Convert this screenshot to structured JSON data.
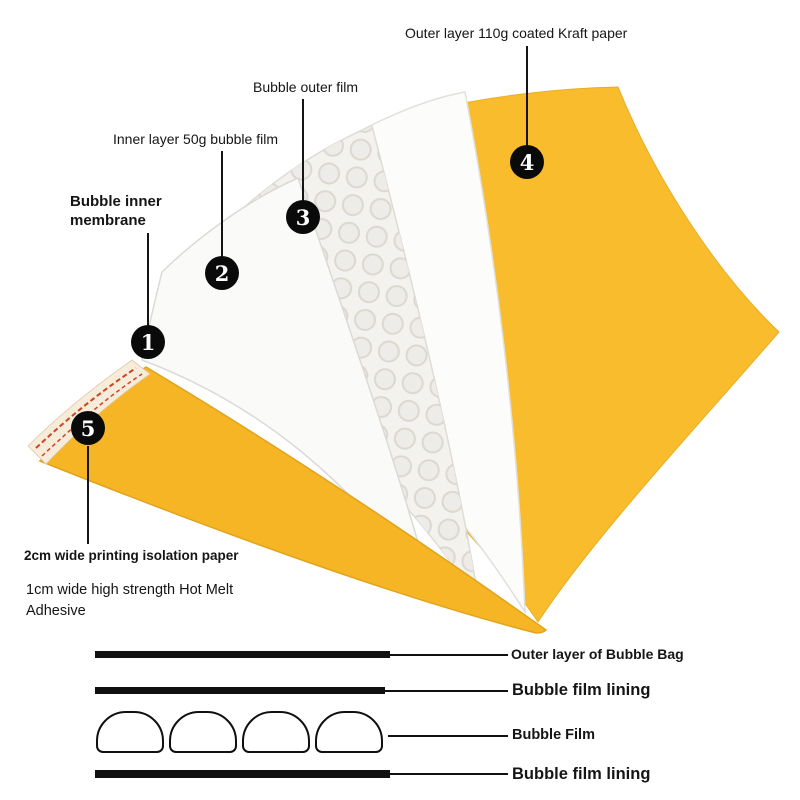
{
  "colors": {
    "kraft_yellow": "#F8BC2C",
    "envelope_yellow": "#F6B524",
    "sheet3_white": "#FCFCFB",
    "sheet1_white": "#FAFAF8",
    "bubble_film_base": "#F4F2EE",
    "strip_cream": "#F7EBD9",
    "strip_print_red": "#CC4422",
    "badge_black": "#0A0A0A"
  },
  "callouts": {
    "c1": {
      "num": "1",
      "label": "Bubble inner membrane"
    },
    "c2": {
      "num": "2",
      "label": "Inner layer 50g bubble film"
    },
    "c3": {
      "num": "3",
      "label": "Bubble outer film"
    },
    "c4": {
      "num": "4",
      "label": "Outer layer 110g coated Kraft paper"
    },
    "c5": {
      "num": "5",
      "label": "2cm wide printing isolation paper"
    }
  },
  "notes": {
    "hot_melt_adhesive": "1cm wide high strength Hot Melt Adhesive"
  },
  "cross_section": {
    "outer_layer_label": "Outer layer of Bubble Bag",
    "film_lining_top_label": "Bubble film lining",
    "bubble_film_label": "Bubble Film",
    "film_lining_bottom_label": "Bubble film lining"
  }
}
